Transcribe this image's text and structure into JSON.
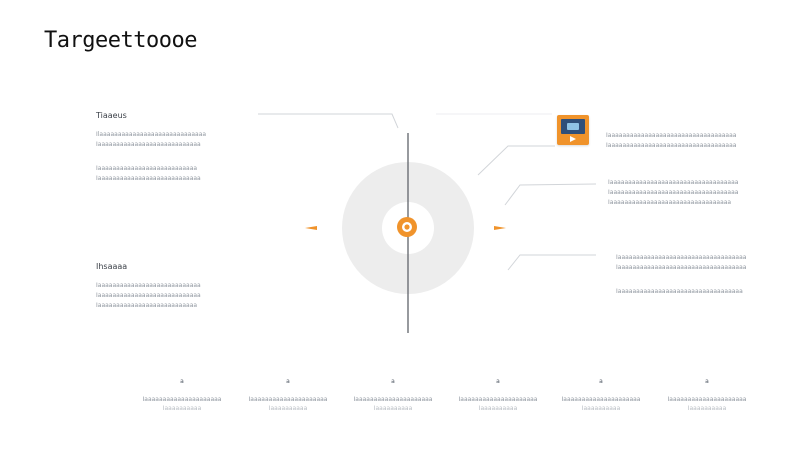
{
  "title": "Targeettoooe",
  "left_blocks": [
    {
      "heading": "Tiaaeus",
      "lines": [
        "Ilaaaaaaaaaaaaaaaaaaaaaaaaaaaaa",
        "Iaaaaaaaaaaaaaaaaaaaaaaaaaaaa",
        "Iaaaaaaaaaaaaaaaaaaaaaaaaaaa",
        "Iaaaaaaaaaaaaaaaaaaaaaaaaaaaa"
      ]
    },
    {
      "heading": "Ihsaaaa",
      "lines": [
        "Iaaaaaaaaaaaaaaaaaaaaaaaaaaaa",
        "Iaaaaaaaaaaaaaaaaaaaaaaaaaaaa",
        "Iaaaaaaaaaaaaaaaaaaaaaaaaaaa"
      ]
    }
  ],
  "right_blocks": [
    {
      "lines": [
        "Iaaaaaaaaaaaaaaaaaaaaaaaaaaaaaaaaaaa",
        "Iaaaaaaaaaaaaaaaaaaaaaaaaaaaaaaaaaaa"
      ]
    },
    {
      "lines": [
        "Iaaaaaaaaaaaaaaaaaaaaaaaaaaaaaaaaaaa",
        "Iaaaaaaaaaaaaaaaaaaaaaaaaaaaaaaaaaaa",
        "Iaaaaaaaaaaaaaaaaaaaaaaaaaaaaaaaaa"
      ]
    },
    {
      "lines": [
        "Iaaaaaaaaaaaaaaaaaaaaaaaaaaaaaaaaaaa",
        "Iaaaaaaaaaaaaaaaaaaaaaaaaaaaaaaaaaaa",
        "Iaaaaaaaaaaaaaaaaaaaaaaaaaaaaaaaaaa"
      ]
    }
  ],
  "bottom_items": [
    {
      "label": "a",
      "line1": "Iaaaaaaaaaaaaaaaaaaaaa",
      "line2": "Iaaaaaaaaaa"
    },
    {
      "label": "a",
      "line1": "Iaaaaaaaaaaaaaaaaaaaaa",
      "line2": "Iaaaaaaaaaa"
    },
    {
      "label": "a",
      "line1": "Iaaaaaaaaaaaaaaaaaaaaa",
      "line2": "Iaaaaaaaaaa"
    },
    {
      "label": "a",
      "line1": "Iaaaaaaaaaaaaaaaaaaaaa",
      "line2": "Iaaaaaaaaaa"
    },
    {
      "label": "a",
      "line1": "Iaaaaaaaaaaaaaaaaaaaaa",
      "line2": "Iaaaaaaaaaa"
    },
    {
      "label": "a",
      "line1": "Iaaaaaaaaaaaaaaaaaaaaa",
      "line2": "Iaaaaaaaaaa"
    }
  ],
  "icons": {
    "hub": "target-icon",
    "media": "video-thumbnail-icon"
  },
  "colors": {
    "accent": "#f0932b",
    "hub_halo": "#ededed",
    "connector": "#d2d5d9",
    "axis": "#6b6f75",
    "title": "#111111"
  }
}
